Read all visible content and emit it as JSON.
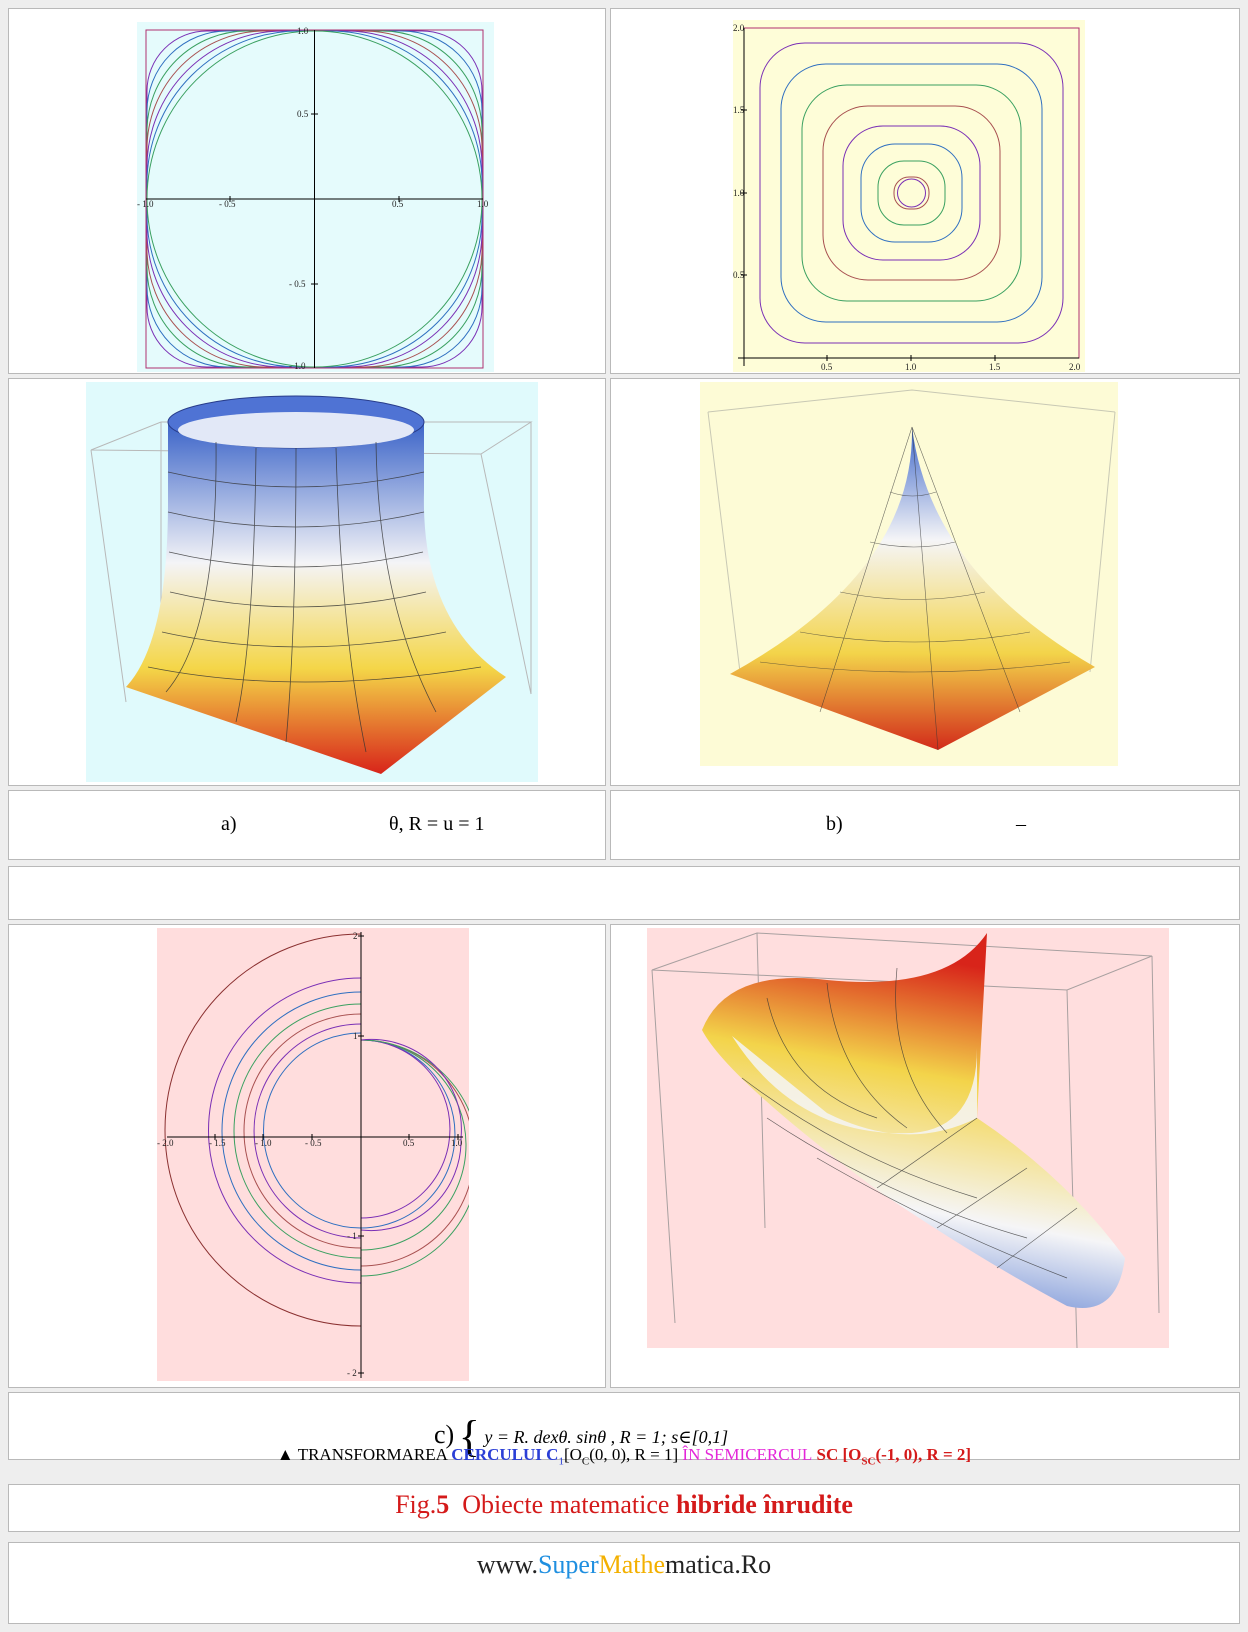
{
  "panel_a_plot": {
    "x_ticks": [
      "- 1.0",
      "- 0.5",
      "0.5",
      "1.0"
    ],
    "y_ticks": [
      "1.0",
      "0.5",
      "- 0.5",
      "- 1.0"
    ],
    "colors": {
      "background": "#e5fbfc",
      "frame": "#b0306f"
    }
  },
  "panel_b_plot": {
    "x_ticks": [
      "0.5",
      "1.0",
      "1.5",
      "2.0"
    ],
    "y_ticks": [
      "2.0",
      "1.5",
      "1.0",
      "0.5"
    ],
    "colors": {
      "background": "#fefdd8"
    }
  },
  "captions": {
    "a_label": "a)",
    "a_formula": "θ, R = u = 1",
    "b_label": "b)",
    "b_dash": "–"
  },
  "panel_c_plot": {
    "x_ticks": [
      "- 2.0",
      "- 1.5",
      "- 1.0",
      "- 0.5",
      "0.5",
      "1.0"
    ],
    "y_ticks": [
      "2",
      "1",
      "- 1",
      "- 2"
    ],
    "colors": {
      "background": "#ffdddd"
    }
  },
  "equation": {
    "label": "c)",
    "text": "y = R. dexθ. sinθ ,  R = 1; s∈[0,1]"
  },
  "transform_line": {
    "marker": "▲",
    "part1": "TRANSFORMAREA ",
    "cerc": "CERCULUI C",
    "sub1": "1",
    "part2": "[O",
    "subC": "C",
    "part3": "(0, 0), R = 1] ",
    "in_semi": "ÎN SEMICERCUL",
    "sc": " SC [O",
    "subSC": "SC",
    "sc_rest": "(-1, 0), R = 2]"
  },
  "figure_title": {
    "fig": "Fig.",
    "num": "5",
    "text": "  Obiecte matematice ",
    "bold": "hibride înrudite"
  },
  "website": {
    "www": "www.",
    "super": "Super",
    "mathe": "Mathe",
    "matica": "matica",
    "ro": ".Ro"
  }
}
